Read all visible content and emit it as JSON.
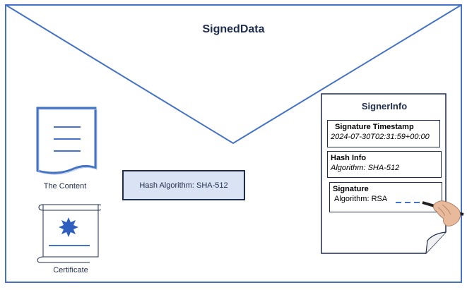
{
  "diagram": {
    "title": "SignedData",
    "content_label": "The Content",
    "certificate_label": "Certificate",
    "hash_algorithm_label": "Hash Algorithm: SHA-512",
    "signer_info": {
      "title": "SignerInfo",
      "timestamp": {
        "label": "Signature Timestamp",
        "value": "2024-07-30T02:31:59+00:00"
      },
      "hash_info": {
        "label": "Hash Info",
        "value": "Algorithm: SHA-512"
      },
      "signature": {
        "label": "Signature",
        "value": "Algorithm: RSA"
      }
    },
    "icons": [
      "document-icon",
      "certificate-icon",
      "hand-pen-icon"
    ],
    "colors": {
      "outline": "#4472c4",
      "text": "#1f2d4d",
      "hash_fill": "#dae3f3",
      "seal": "#2e5fbf"
    }
  }
}
